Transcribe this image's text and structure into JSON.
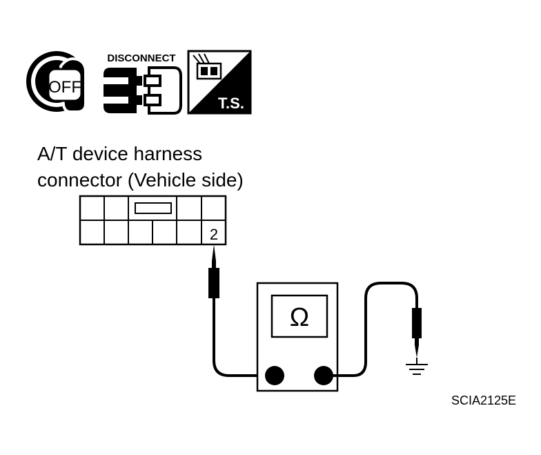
{
  "icons": {
    "ignition": {
      "icon": "ignition-key-off-icon",
      "text": "OFF"
    },
    "disconnect": {
      "icon": "connector-disconnect-icon",
      "label": "DISCONNECT"
    },
    "terminal_side": {
      "icon": "terminal-side-icon",
      "label": "T.S."
    }
  },
  "connector": {
    "title_line1": "A/T device harness",
    "title_line2": "connector (Vehicle side)",
    "terminal_label": "2"
  },
  "meter": {
    "symbol": "Ω"
  },
  "figure_id": "SCIA2125E"
}
